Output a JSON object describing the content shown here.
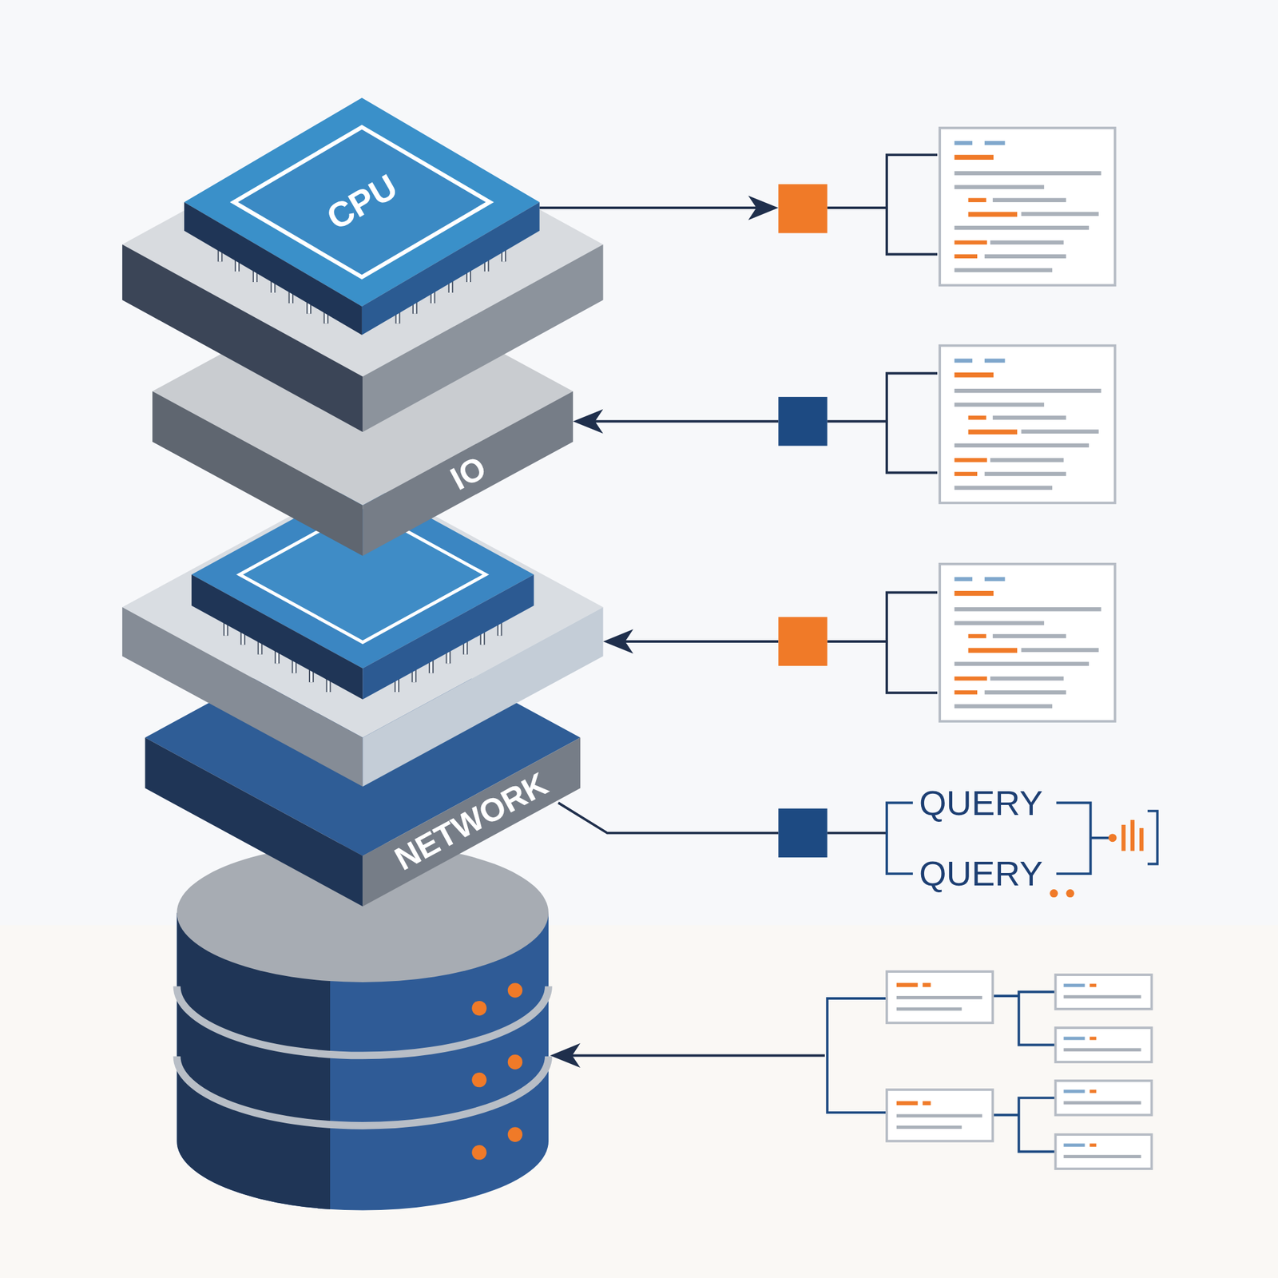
{
  "diagram": {
    "nodes": [
      {
        "text": [
          "CPU"
        ]
      },
      {
        "text": [
          "IO"
        ]
      },
      {
        "text": [
          "NETWORK"
        ]
      }
    ],
    "labels": [
      "QUERY",
      "QUERY"
    ]
  }
}
